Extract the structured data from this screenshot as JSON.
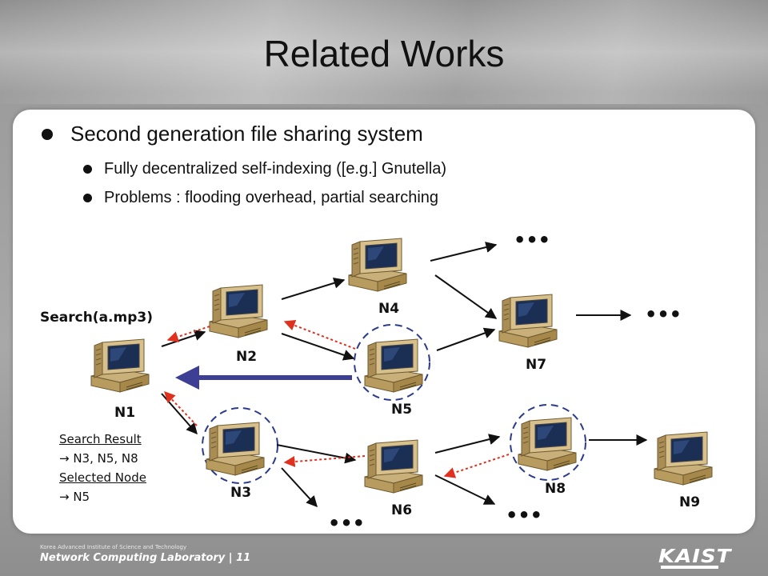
{
  "slide": {
    "title": "Related Works",
    "bullet_main": "Second generation file sharing system",
    "sub_bullets": [
      "Fully decentralized self-indexing ([e.g.] Gnutella)",
      "Problems : flooding overhead, partial searching"
    ]
  },
  "diagram": {
    "search_label": "Search(a.mp3)",
    "nodes": [
      "N1",
      "N2",
      "N3",
      "N4",
      "N5",
      "N6",
      "N7",
      "N8",
      "N9"
    ],
    "ellipsis": "•••",
    "result_heading": "Search Result",
    "result_value": "→ N3, N5, N8",
    "selected_heading": "Selected Node",
    "selected_value": "→ N5",
    "colors": {
      "forward_arrow": "#111111",
      "reply_arrow": "#e0301e",
      "download_arrow": "#3c3f93",
      "selected_circle": "#2b3a8a"
    }
  },
  "footer": {
    "institute": "Korea Advanced Institute of Science and Technology",
    "lab": "Network Computing Laboratory | 11",
    "logo": "KAIST"
  }
}
